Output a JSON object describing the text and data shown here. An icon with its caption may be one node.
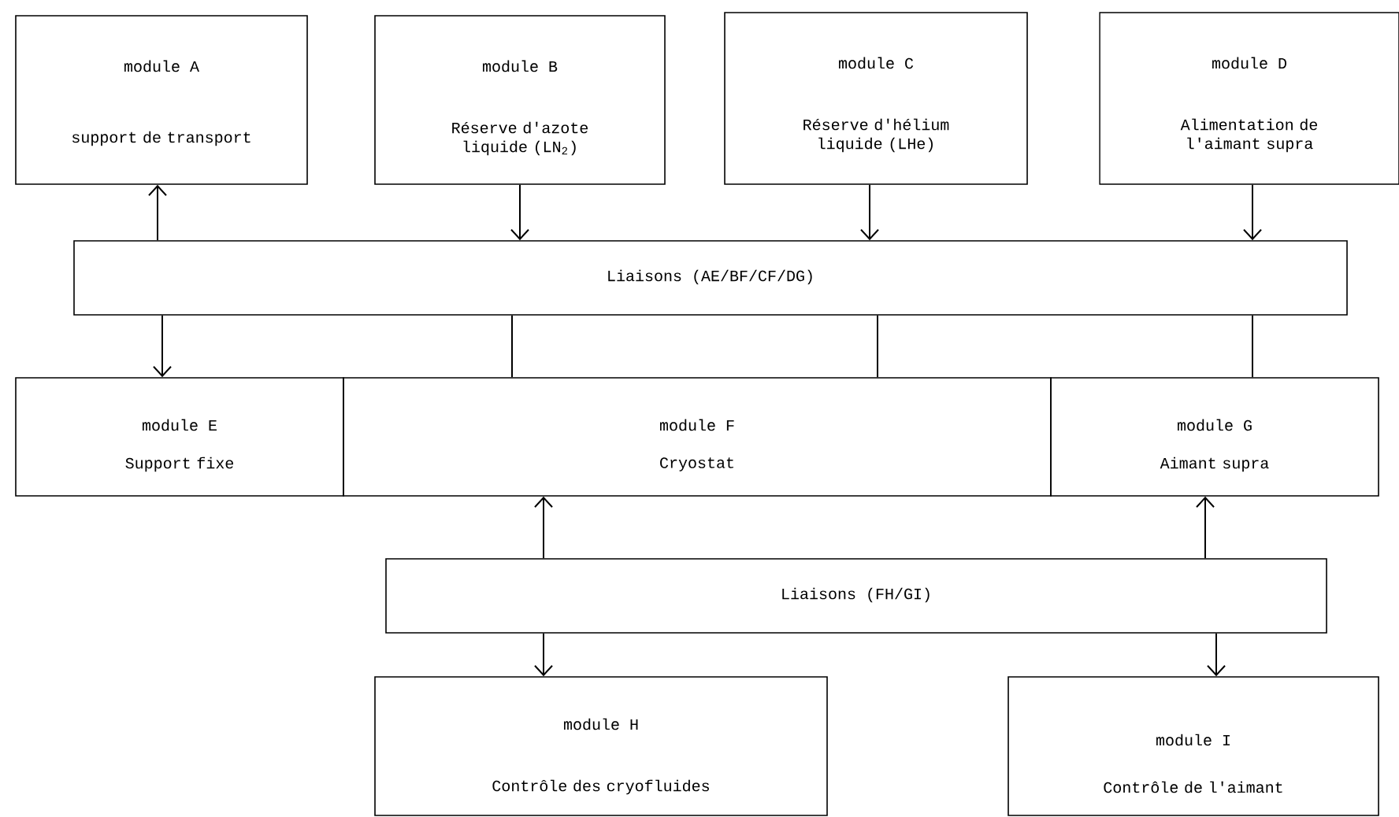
{
  "diagram": {
    "nodes": [
      {
        "text": [
          "module A",
          "support de transport"
        ]
      },
      {
        "text": [
          "module B",
          "Réserve d'azote liquide (LN$_{2}$)"
        ]
      },
      {
        "text": [
          "module C",
          "Réserve d'hélium liquide (LHe)"
        ]
      },
      {
        "text": [
          "module D",
          "Alimentation de l'aimant supra"
        ]
      },
      {
        "text": [
          "Liaisons (AE/BF/CF/DG)"
        ]
      },
      {
        "text": [
          "module E",
          "Support fixe"
        ]
      },
      {
        "text": [
          "module F",
          "Cryostat"
        ]
      },
      {
        "text": [
          "module G",
          "Aimant supra"
        ]
      },
      {
        "text": [
          "Liaisons (FH/GI)"
        ]
      },
      {
        "text": [
          "module H",
          "Contrôle des cryofluides"
        ]
      },
      {
        "text": [
          "module I",
          "Contrôle de l'aimant"
        ]
      }
    ],
    "edges": [
      {
        "from": 4,
        "to": 0,
        "arrow": "to"
      },
      {
        "from": 1,
        "to": 4,
        "arrow": "to"
      },
      {
        "from": 2,
        "to": 4,
        "arrow": "to"
      },
      {
        "from": 3,
        "to": 4,
        "arrow": "to"
      },
      {
        "from": 4,
        "to": 5,
        "arrow": "to"
      },
      {
        "from": 4,
        "to": 6,
        "arrow": "none"
      },
      {
        "from": 4,
        "to": 6,
        "arrow": "none"
      },
      {
        "from": 4,
        "to": 7,
        "arrow": "none"
      },
      {
        "from": 8,
        "to": 6,
        "arrow": "to"
      },
      {
        "from": 8,
        "to": 7,
        "arrow": "to"
      },
      {
        "from": 8,
        "to": 9,
        "arrow": "to"
      },
      {
        "from": 8,
        "to": 10,
        "arrow": "to"
      }
    ]
  }
}
